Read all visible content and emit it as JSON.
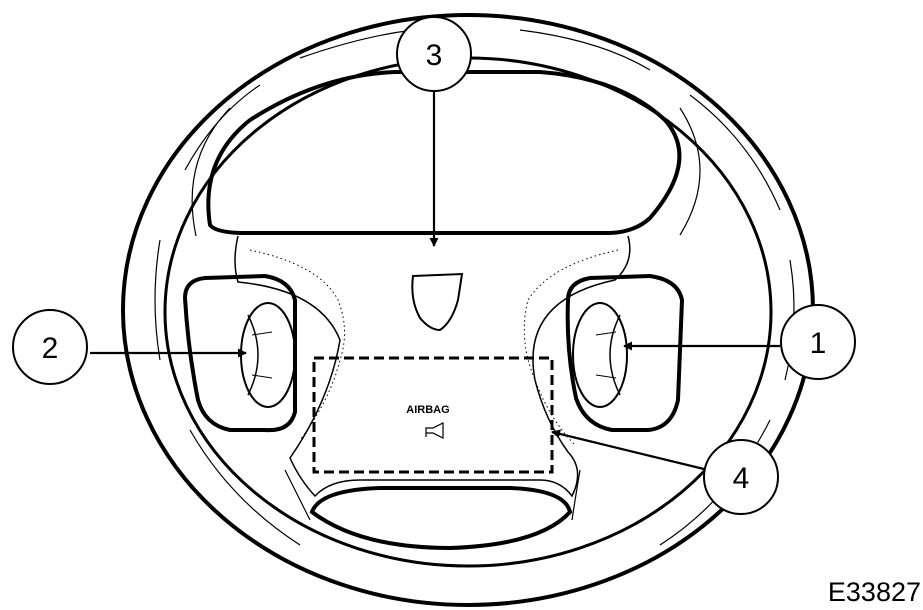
{
  "figure_id": "E33827",
  "airbag_label": "AIRBAG",
  "callouts": [
    {
      "id": "callout-1",
      "label": "1"
    },
    {
      "id": "callout-2",
      "label": "2"
    },
    {
      "id": "callout-3",
      "label": "3"
    },
    {
      "id": "callout-4",
      "label": "4"
    }
  ],
  "icons": [
    "emblem-icon",
    "horn-icon"
  ]
}
